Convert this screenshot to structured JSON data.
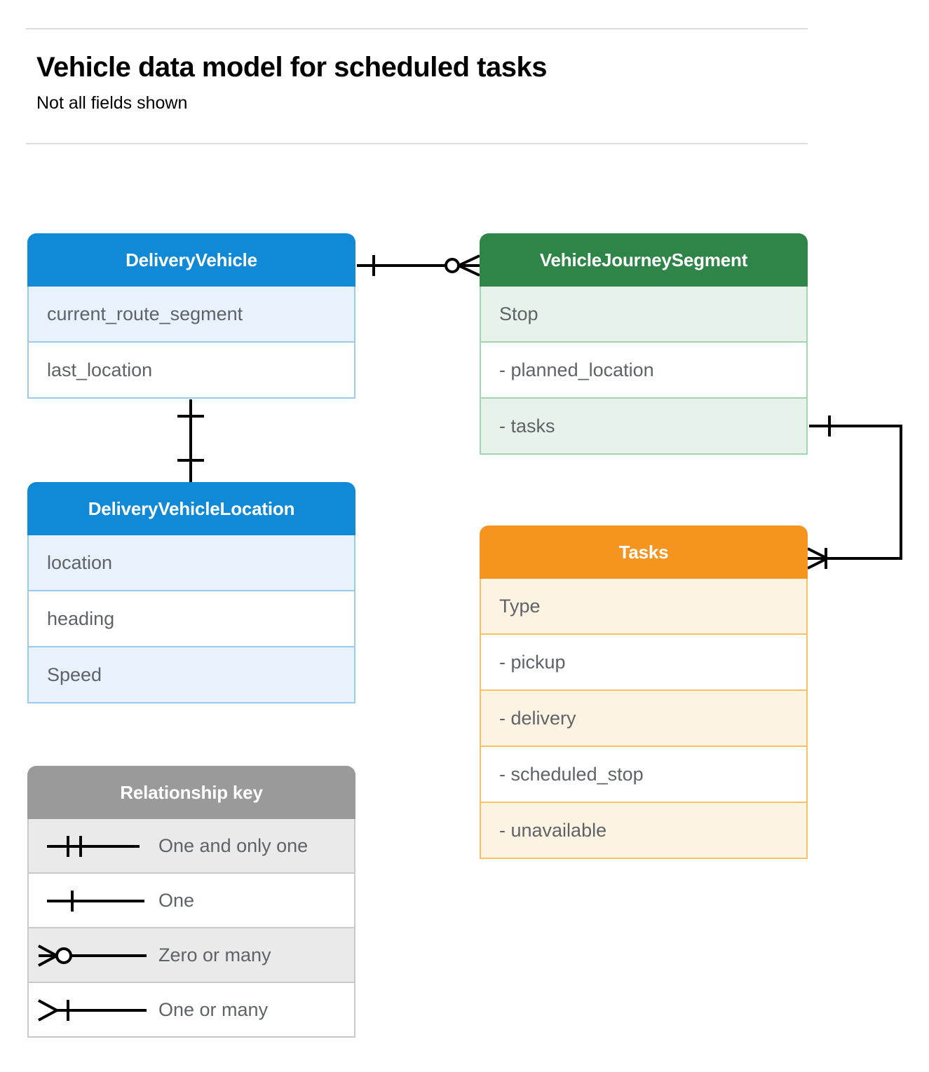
{
  "header": {
    "title": "Vehicle data model for scheduled tasks",
    "subtitle": "Not all fields shown"
  },
  "colors": {
    "blue_header": "#1089d6",
    "blue_border": "#9cc9ee",
    "blue_tint": "#e8f2fc",
    "green_header": "#2f8448",
    "green_border": "#a5d4b2",
    "green_tint": "#e7f3ea",
    "orange_header": "#f59520",
    "orange_border": "#f8c164",
    "orange_tint": "#fdf3e2",
    "gray_header": "#9a9a9a",
    "gray_border": "#c9c9c9",
    "gray_tint": "#eaeaea",
    "rule": "#dadce0",
    "field_text": "#5f6368",
    "connector": "#000000"
  },
  "entities": [
    {
      "id": "delivery-vehicle",
      "name": "DeliveryVehicle",
      "theme": "blue",
      "fields": [
        {
          "label": "current_route_segment",
          "tint": true
        },
        {
          "label": "last_location",
          "tint": false
        }
      ]
    },
    {
      "id": "delivery-vehicle-location",
      "name": "DeliveryVehicleLocation",
      "theme": "blue",
      "fields": [
        {
          "label": "location",
          "tint": true
        },
        {
          "label": "heading",
          "tint": false
        },
        {
          "label": "Speed",
          "tint": true
        }
      ]
    },
    {
      "id": "vehicle-journey-segment",
      "name": "VehicleJourneySegment",
      "theme": "green",
      "fields": [
        {
          "label": "Stop",
          "tint": true
        },
        {
          "label": "-  planned_location",
          "tint": false
        },
        {
          "label": "- tasks",
          "tint": true
        }
      ]
    },
    {
      "id": "tasks",
      "name": "Tasks",
      "theme": "orange",
      "fields": [
        {
          "label": "Type",
          "tint": true
        },
        {
          "label": "-  pickup",
          "tint": false
        },
        {
          "label": "-  delivery",
          "tint": true
        },
        {
          "label": "-  scheduled_stop",
          "tint": false
        },
        {
          "label": "-  unavailable",
          "tint": true
        }
      ]
    }
  ],
  "legend": {
    "title": "Relationship key",
    "rows": [
      {
        "symbol": "one-and-only-one",
        "label": "One and only one",
        "tint": true
      },
      {
        "symbol": "one",
        "label": "One",
        "tint": false
      },
      {
        "symbol": "zero-or-many",
        "label": "Zero or many",
        "tint": true
      },
      {
        "symbol": "one-or-many",
        "label": "One or many",
        "tint": false
      }
    ]
  },
  "relationships": [
    {
      "id": "vehicle-to-journey-segment",
      "from": "DeliveryVehicle",
      "to": "VehicleJourneySegment",
      "from_cardinality": "One",
      "to_cardinality": "Zero or many"
    },
    {
      "id": "vehicle-to-vehicle-location",
      "from": "DeliveryVehicle",
      "to": "DeliveryVehicleLocation",
      "from_cardinality": "One",
      "to_cardinality": "One"
    },
    {
      "id": "journey-segment-tasks-to-tasks",
      "from": "VehicleJourneySegment.tasks",
      "to": "Tasks",
      "from_cardinality": "One",
      "to_cardinality": "One or many"
    }
  ]
}
